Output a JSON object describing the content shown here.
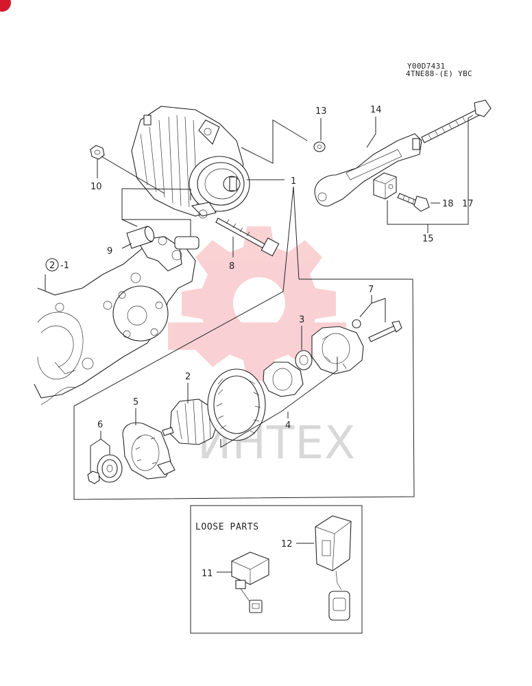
{
  "header": {
    "drawing_code": "Y00D7431",
    "model": "4TNE88-(E) YBC"
  },
  "callouts": {
    "p1": "1",
    "p2": "2",
    "p3": "3",
    "p4": "4",
    "p5": "5",
    "p6": "6",
    "p7": "7",
    "p8": "8",
    "p9": "9",
    "p10": "10",
    "p11": "11",
    "p12": "12",
    "p13": "13",
    "p14": "14",
    "p15": "15",
    "p17": "17",
    "p18": "18",
    "ref_circle": "2",
    "ref_suffix": "-1"
  },
  "loose_parts": {
    "title": "LOOSE PARTS"
  },
  "watermark": {
    "text": "ИНТЕХ",
    "color": "#e8303a"
  },
  "corner_badge": {
    "color": "#d4192c"
  }
}
